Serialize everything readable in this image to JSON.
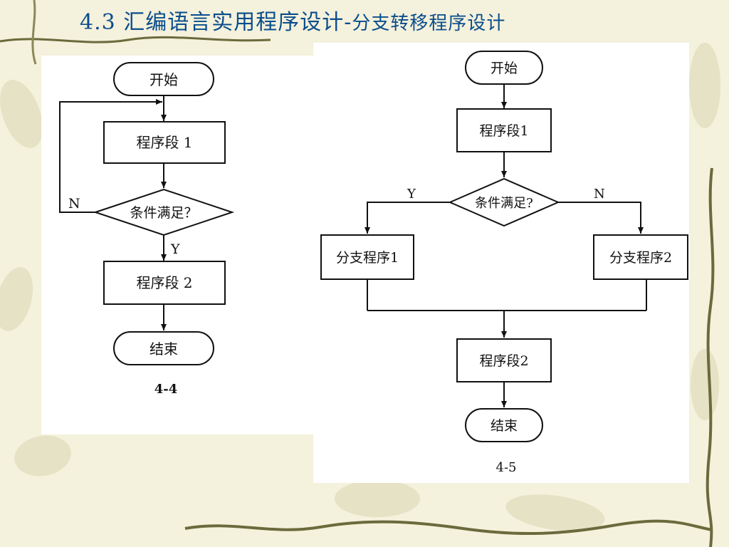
{
  "slide": {
    "title_main": "4.3  汇编语言实用程序设计-",
    "title_sub": "分支转移程序设计"
  },
  "diagram_left": {
    "caption": "4-4",
    "start": "开始",
    "seg1": "程序段 1",
    "cond": "条件满足？",
    "no_label": "N",
    "yes_label": "Y",
    "seg2": "程序段 2",
    "end": "结束"
  },
  "diagram_right": {
    "caption": "4-5",
    "start": "开始",
    "seg1": "程序段1",
    "cond": "条件满足?",
    "yes_label": "Y",
    "no_label": "N",
    "branch1": "分支程序1",
    "branch2": "分支程序2",
    "seg2": "程序段2",
    "end": "结束"
  },
  "colors": {
    "title": "#0a4d8c",
    "background": "#f4f1dc",
    "vine": "#6b6a3c"
  }
}
